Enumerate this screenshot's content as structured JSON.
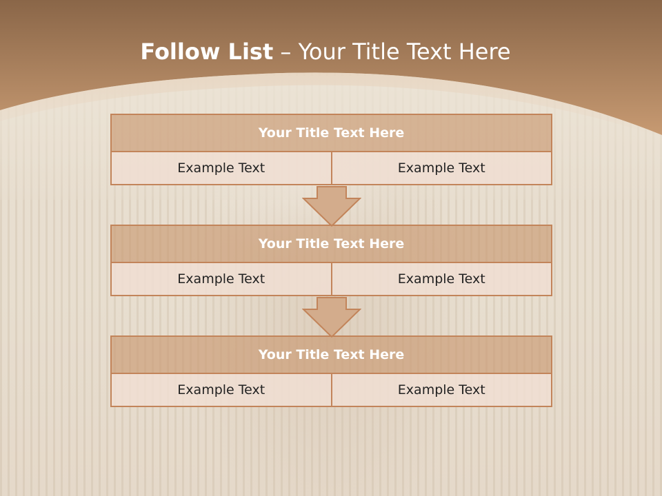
{
  "header": {
    "title_bold": "Follow List",
    "title_rest": " – Your Title Text Here"
  },
  "blocks": [
    {
      "title": "Your Title Text Here",
      "left": "Example Text",
      "right": "Example Text"
    },
    {
      "title": "Your Title Text Here",
      "left": "Example Text",
      "right": "Example Text"
    },
    {
      "title": "Your Title Text Here",
      "left": "Example Text",
      "right": "Example Text"
    }
  ],
  "colors": {
    "header_band": "#b98762",
    "block_border": "#c2845a",
    "block_title_fill": "#d3ac8c",
    "cell_fill": "#f0ded2"
  }
}
